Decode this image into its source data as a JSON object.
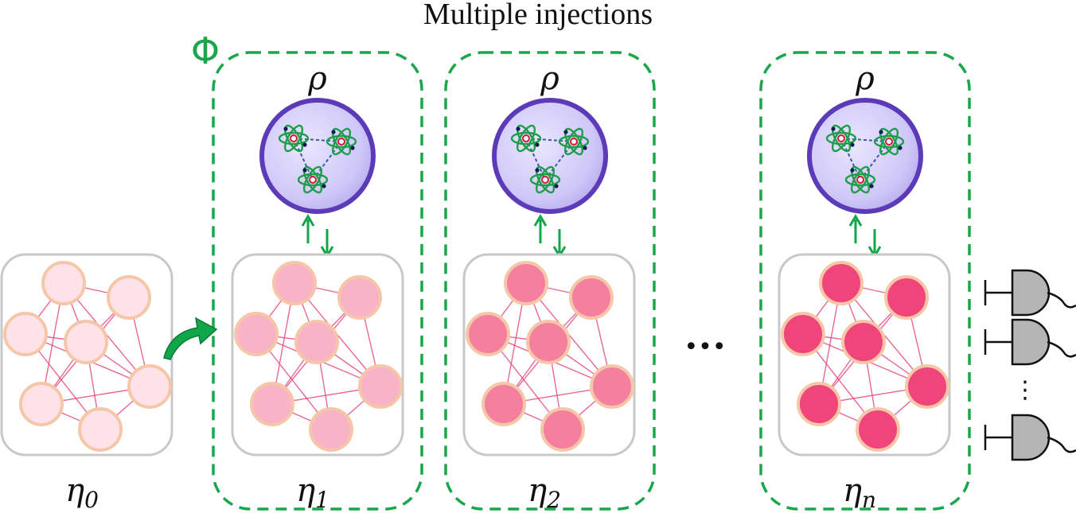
{
  "title": "Multiple injections",
  "phi_label": "Φ",
  "rho_label": "ρ",
  "eta_base": "η",
  "panels": [
    {
      "subscript": "0",
      "node_fill": "#fde3e8",
      "framed": false
    },
    {
      "subscript": "1",
      "node_fill": "#f9b3c6",
      "framed": true
    },
    {
      "subscript": "2",
      "node_fill": "#f47f9f",
      "framed": true
    },
    {
      "subscript": "n",
      "node_fill": "#f0457a",
      "framed": true
    }
  ],
  "ellipsis": "•••",
  "detector_ellipsis": "⋮",
  "colors": {
    "frame": "#1aa64a",
    "arrow": "#12a64a",
    "reservoir_border": "#c8c8c8",
    "edge": "#e4427a",
    "node_ring": "#f5c7a8",
    "qubit_fill": "#d9d4fb",
    "qubit_ring": "#5b3bb7",
    "detector": "#b5b5b5"
  }
}
